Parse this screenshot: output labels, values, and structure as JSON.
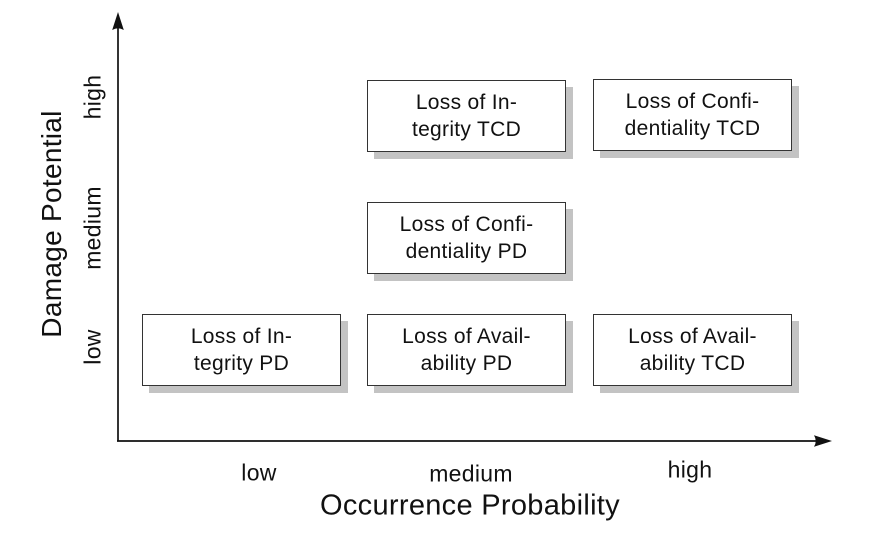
{
  "x_axis": {
    "title": "Occurrence Probability",
    "ticks": [
      "low",
      "medium",
      "high"
    ]
  },
  "y_axis": {
    "title": "Damage Potential",
    "ticks": [
      "low",
      "medium",
      "high"
    ]
  },
  "boxes": [
    {
      "label": "Loss of Integrity TCD",
      "line1": "Loss of In-",
      "line2": "tegrity TCD",
      "x": "medium",
      "y": "high"
    },
    {
      "label": "Loss of Confidentiality TCD",
      "line1": "Loss of Confi-",
      "line2": "dentiality TCD",
      "x": "high",
      "y": "high"
    },
    {
      "label": "Loss of Confidentiality PD",
      "line1": "Loss of Confi-",
      "line2": "dentiality PD",
      "x": "medium",
      "y": "medium"
    },
    {
      "label": "Loss of Integrity PD",
      "line1": "Loss of In-",
      "line2": "tegrity PD",
      "x": "low",
      "y": "low"
    },
    {
      "label": "Loss of Availability PD",
      "line1": "Loss of Avail-",
      "line2": "ability PD",
      "x": "medium",
      "y": "low"
    },
    {
      "label": "Loss of Availability TCD",
      "line1": "Loss of Avail-",
      "line2": "ability TCD",
      "x": "high",
      "y": "low"
    }
  ],
  "colors": {
    "background": "#ffffff",
    "text": "#111111",
    "box_border": "#333333",
    "box_shadow": "#c3c3c3",
    "axis": "#111111"
  },
  "chart_data": {
    "type": "scatter",
    "title": "",
    "xlabel": "Occurrence Probability",
    "ylabel": "Damage Potential",
    "x_ticks": [
      "low",
      "medium",
      "high"
    ],
    "y_ticks": [
      "low",
      "medium",
      "high"
    ],
    "grid": false,
    "points": [
      {
        "label": "Loss of Integrity TCD",
        "x": "medium",
        "y": "high"
      },
      {
        "label": "Loss of Confidentiality TCD",
        "x": "high",
        "y": "high"
      },
      {
        "label": "Loss of Confidentiality PD",
        "x": "medium",
        "y": "medium"
      },
      {
        "label": "Loss of Integrity PD",
        "x": "low",
        "y": "low"
      },
      {
        "label": "Loss of Availability PD",
        "x": "medium",
        "y": "low"
      },
      {
        "label": "Loss of Availability TCD",
        "x": "high",
        "y": "low"
      }
    ]
  }
}
